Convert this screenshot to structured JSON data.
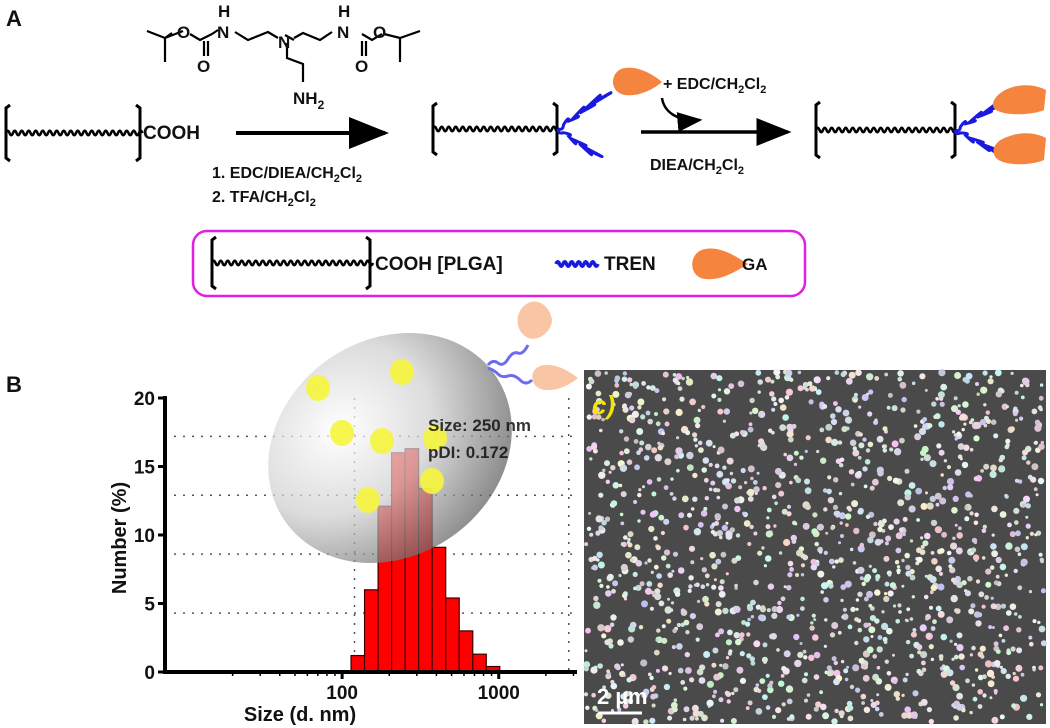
{
  "panel_a": {
    "label": "A",
    "reagent_atoms": {
      "o1": "O",
      "n1": "N",
      "h1": "H",
      "o2": "O",
      "n_center": "N",
      "n2": "N",
      "h2": "H",
      "o3": "O",
      "o4": "O",
      "nh2": "NH",
      "sub2": "2"
    },
    "plga_end": "COOH",
    "step1_line1": {
      "prefix": "1. EDC/DIEA/CH",
      "s1": "2",
      "mid": "Cl",
      "s2": "2"
    },
    "step1_line2": {
      "prefix": "2. TFA/CH",
      "s1": "2",
      "mid": "Cl",
      "s2": "2"
    },
    "step2_top": {
      "prefix": "+ EDC/CH",
      "s1": "2",
      "mid": "Cl",
      "s2": "2"
    },
    "step2_bottom": {
      "prefix": "DIEA/CH",
      "s1": "2",
      "mid": "Cl",
      "s2": "2"
    },
    "legend": {
      "plga_label": "COOH [PLGA]",
      "tren_label": "TREN",
      "ga_label": "GA"
    }
  },
  "panel_b": {
    "label": "B",
    "annotation_size": "Size: 250 nm",
    "annotation_pdi": "pDI: 0.172"
  },
  "panel_c": {
    "label": "c)",
    "scale_bar": "2 µm"
  },
  "colors": {
    "ga": "#f5843f",
    "ga_light": "#f8c6a4",
    "tren": "#1a1adf",
    "legend_border": "#e21ee0",
    "bar": "#ff0000",
    "yellow": "#f5f53c"
  },
  "chart_data": {
    "type": "bar",
    "title": "",
    "xlabel": "Size (d. nm)",
    "ylabel": "Number (%)",
    "xscale": "log",
    "xlim": [
      7.4,
      3160
    ],
    "ylim": [
      0,
      20
    ],
    "yticks": [
      "0",
      "5",
      "10",
      "15",
      "20"
    ],
    "xticks": [
      "100",
      "1000"
    ],
    "bin_edges_start": 114,
    "bin_ratio": 1.22,
    "values": [
      1.2,
      6.0,
      12.1,
      16.0,
      16.3,
      13.4,
      9.1,
      5.4,
      3.0,
      1.3,
      0.4
    ],
    "grid": "dotted"
  }
}
